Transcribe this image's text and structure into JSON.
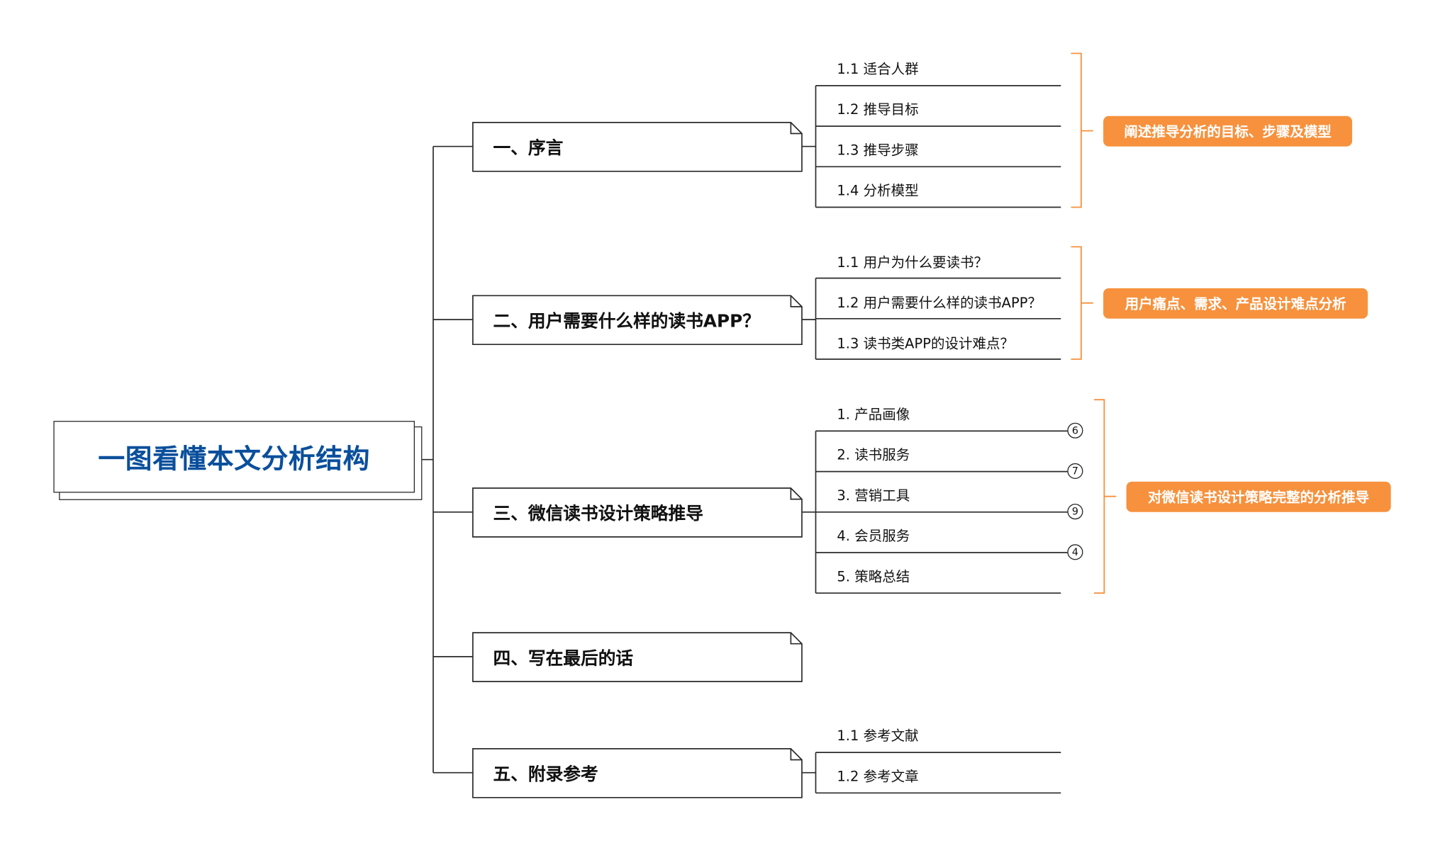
{
  "root": {
    "title": "一图看懂本文分析结构"
  },
  "sections": [
    {
      "label": "一、序言",
      "items": [
        "1.1 适合人群",
        "1.2 推导目标",
        "1.3 推导步骤",
        "1.4 分析模型"
      ],
      "note": "阐述推导分析的目标、步骤及模型"
    },
    {
      "label": "二、用户需要什么样的读书APP？",
      "items": [
        "1.1 用户为什么要读书？",
        "1.2 用户需要什么样的读书APP？",
        "1.3 读书类APP的设计难点？"
      ],
      "note": "用户痛点、需求、产品设计难点分析"
    },
    {
      "label": "三、微信读书设计策略推导",
      "items": [
        "1. 产品画像",
        "2. 读书服务",
        "3. 营销工具",
        "4. 会员服务",
        "5. 策略总结"
      ],
      "counts": [
        "6",
        "7",
        "9",
        "4"
      ],
      "note": "对微信读书设计策略完整的分析推导"
    },
    {
      "label": "四、写在最后的话",
      "items": []
    },
    {
      "label": "五、附录参考",
      "items": [
        "1.1 参考文献",
        "1.2 参考文章"
      ]
    }
  ],
  "colors": {
    "root_text": "#0a4f9c",
    "badge": "#f7913d",
    "line": "#2b2b2b"
  }
}
